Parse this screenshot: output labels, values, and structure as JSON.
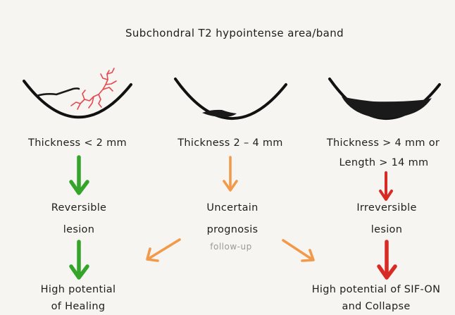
{
  "title": "Subchondral T2 hypointense area/band",
  "columns": [
    {
      "id": "left",
      "thickness_lines": [
        "Thickness < 2 mm"
      ],
      "lesion_lines": [
        "Reversible",
        "lesion"
      ],
      "outcome_lines": [
        "High potential",
        "of Healing"
      ],
      "arrow_color": "#34a52a"
    },
    {
      "id": "middle",
      "thickness_lines": [
        "Thickness 2 – 4 mm"
      ],
      "lesion_lines": [
        "Uncertain",
        "prognosis"
      ],
      "note": "follow-up",
      "arrow_color": "#f29a4a"
    },
    {
      "id": "right",
      "thickness_lines": [
        "Thickness > 4 mm or",
        "Length > 14 mm"
      ],
      "lesion_lines": [
        "Irreversible",
        "lesion"
      ],
      "outcome_lines": [
        "High potential of SIF-ON",
        "and Collapse"
      ],
      "arrow_color": "#d92b25"
    }
  ],
  "lesion_colors": {
    "hypointense_band": "#1a1a1a",
    "vessels": "#e8474f"
  }
}
